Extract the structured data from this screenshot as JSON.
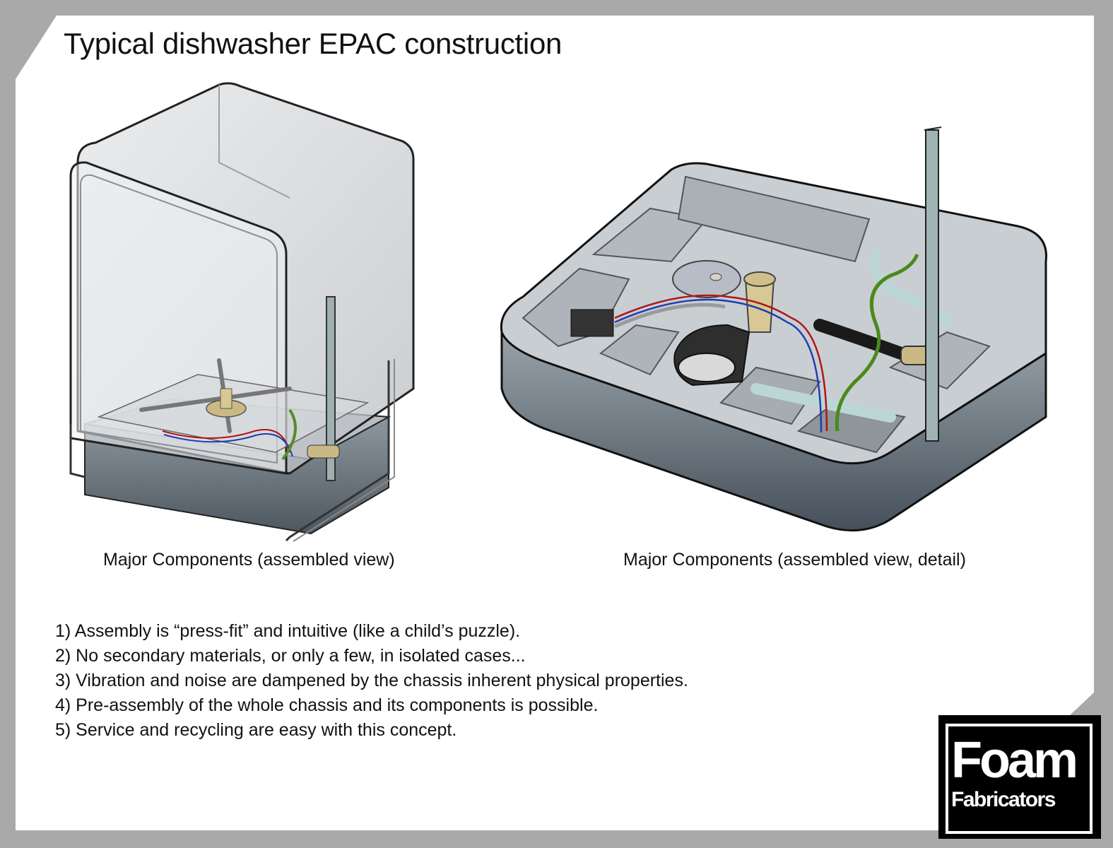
{
  "title": "Typical dishwasher EPAC construction",
  "figures": {
    "left_caption": "Major Components (assembled view)",
    "right_caption": "Major Components (assembled view, detail)"
  },
  "points": [
    "1) Assembly is “press-fit” and intuitive (like a child’s puzzle).",
    "2) No secondary materials, or only a few, in isolated cases...",
    "3) Vibration and noise are dampened by the chassis inherent physical properties.",
    "4) Pre-assembly of the whole chassis and its components is possible.",
    "5) Service and recycling are easy with this concept."
  ],
  "logo": {
    "line1": "Foam",
    "line2": "Fabricators"
  },
  "colors": {
    "background": "#a9a9a9",
    "sheet": "#ffffff",
    "foam_top": "#c9ced3",
    "foam_side": "#5b6670",
    "accent_green": "#5a8a2a",
    "accent_brass": "#c8b787"
  }
}
